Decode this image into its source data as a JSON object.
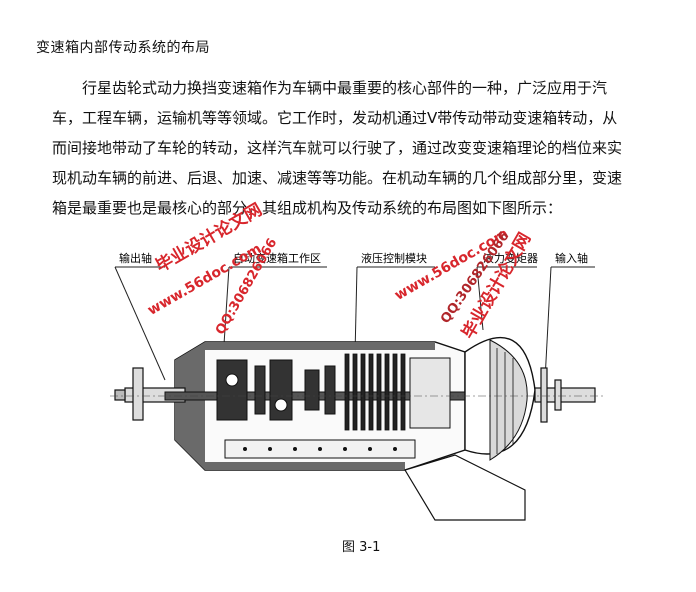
{
  "doc": {
    "heading": "变速箱内部传动系统的布局",
    "paragraph_lines": [
      "行星齿轮式动力换挡变速箱作为车辆中最重要的核心部件的一种，广泛应用于汽",
      "车，工程车辆，运输机等等领域。它工作时，发动机通过V带传动带动变速箱转动，从",
      "而间接地带动了车轮的转动，这样汽车就可以行驶了，通过改变变速箱理论的档位来实",
      "现机动车辆的前进、后退、加速、减速等等功能。在机动车辆的几个组成部分里，变速",
      "箱是最重要也是最核心的部分，其组成机构及传动系统的布局图如下图所示："
    ],
    "figure": {
      "labels": {
        "output_shaft": "输出轴",
        "work_zone": "自动变速箱工作区",
        "hydraulic": "液压控制模块",
        "converter": "液力变矩器",
        "input_shaft": "输入轴"
      },
      "caption": "图 3-1"
    },
    "watermarks": {
      "brand": "毕业设计论文网",
      "url": "www.56doc.com",
      "qq": "QQ:306826066"
    }
  }
}
